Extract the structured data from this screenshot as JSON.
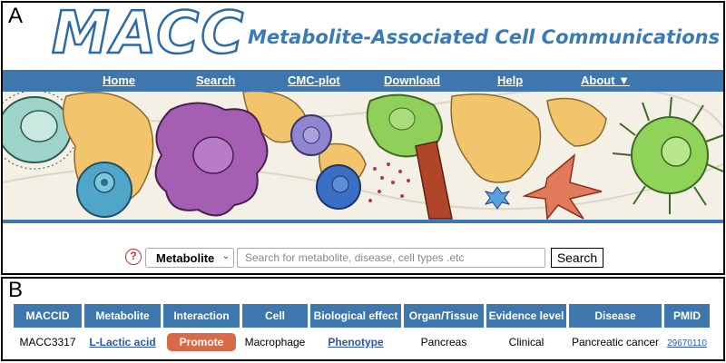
{
  "panels": {
    "a_label": "A",
    "b_label": "B"
  },
  "header": {
    "logo": "MACC",
    "title": "Metabolite-Associated Cell Communications"
  },
  "nav": {
    "items": [
      "Home",
      "Search",
      "CMC-plot",
      "Download",
      "Help",
      "About ▼"
    ]
  },
  "search": {
    "help_icon": "?",
    "category": "Metabolite",
    "placeholder": "Search for metabolite, disease, cell types .etc",
    "button": "Search"
  },
  "table": {
    "headers": [
      "MACCID",
      "Metabolite",
      "Interaction",
      "Cell",
      "Biological effect",
      "Organ/Tissue",
      "Evidence level",
      "Disease",
      "PMID"
    ],
    "row": {
      "maccid": "MACC3317",
      "metabolite": "L-Lactic acid",
      "interaction": "Promote",
      "cell": "Macrophage",
      "effect": "Phenotype",
      "organ": "Pancreas",
      "evidence": "Clinical",
      "disease": "Pancreatic cancer",
      "pmid": "29670110"
    }
  },
  "colors": {
    "accent": "#3d77ad",
    "promote_badge": "#d86a4a",
    "link": "#2a57b5"
  }
}
